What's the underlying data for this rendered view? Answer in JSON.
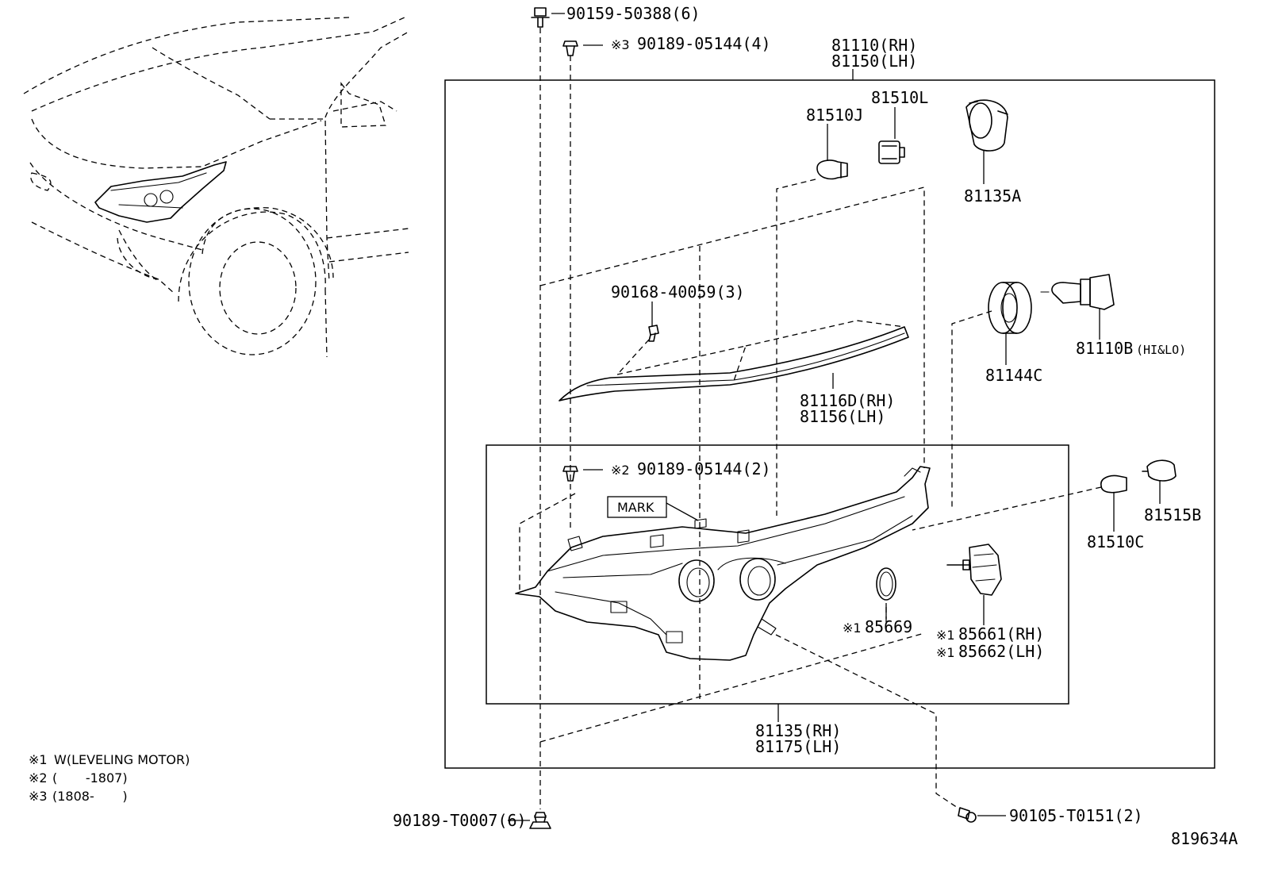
{
  "callouts": {
    "bolt_top": "90159-50388(6)",
    "clip_s3_mark": "※3",
    "clip_s3_part": "90189-05144(4)",
    "assembly_rh": "81110(RH)",
    "assembly_lh": "81150(LH)",
    "bulb_81510l": "81510L",
    "bulb_81510j": "81510J",
    "socket_81135a": "81135A",
    "screw_90168": "90168-40059(3)",
    "cover_81144c": "81144C",
    "bulb_81110b": "81110B",
    "bulb_81110b_note": "(HI&LO)",
    "trim_rh": "81116D(RH)",
    "trim_lh": "81156(LH)",
    "clip_s2_mark": "※2",
    "clip_s2_part": "90189-05144(2)",
    "mark_label": "MARK",
    "bulb_81510c": "81510C",
    "socket_81515b": "81515B",
    "seal_mark": "※1",
    "seal_part": "85669",
    "motor_rh_mark": "※1",
    "motor_rh_part": "85661(RH)",
    "motor_lh_mark": "※1",
    "motor_lh_part": "85662(LH)",
    "unit_rh": "81135(RH)",
    "unit_lh": "81175(LH)",
    "clip_bottom": "90189-T0007(6)",
    "screw_bottom": "90105-T0151(2)",
    "diagram_code": "819634A"
  },
  "footnotes": [
    {
      "mark": "※1",
      "text": "W(LEVELING MOTOR)"
    },
    {
      "mark": "※2",
      "text": "(       -1807)"
    },
    {
      "mark": "※3",
      "text": "(1808-       )"
    }
  ]
}
